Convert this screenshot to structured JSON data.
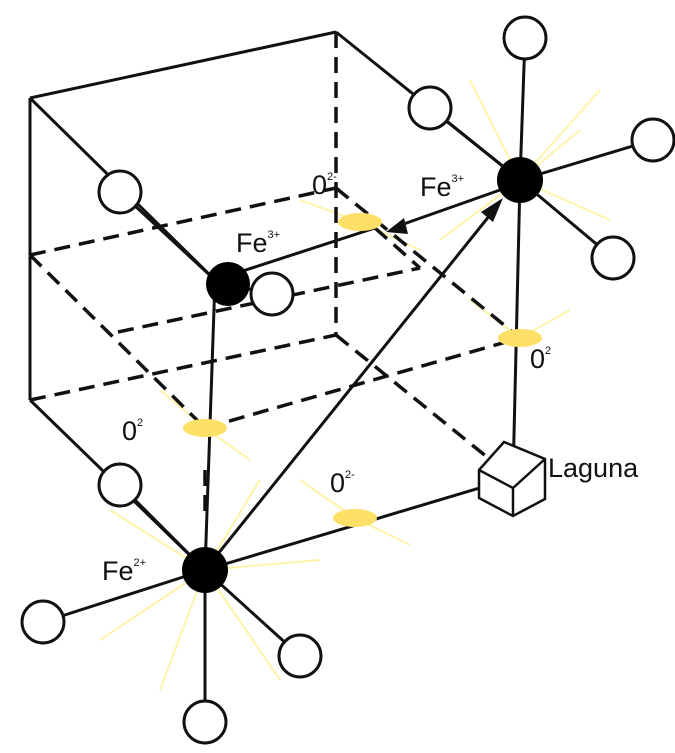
{
  "colors": {
    "line": "#111111",
    "ion_fill": "#000000",
    "oxygen_fill": "#ffe066",
    "ligand_fill": "#ffffff",
    "glow": "#fff2a0"
  },
  "labels": {
    "o_top": {
      "base": "0",
      "charge": "2-"
    },
    "fe_top_right": {
      "base": "Fe",
      "charge": "3+"
    },
    "fe_center": {
      "base": "Fe",
      "charge": "3+"
    },
    "o_right": {
      "base": "0",
      "charge": "2"
    },
    "o_left": {
      "base": "0",
      "charge": "2"
    },
    "o_bottom": {
      "base": "0",
      "charge": "2-"
    },
    "fe_bottom": {
      "base": "Fe",
      "charge": "2+"
    },
    "vacancy": "Laguna"
  }
}
